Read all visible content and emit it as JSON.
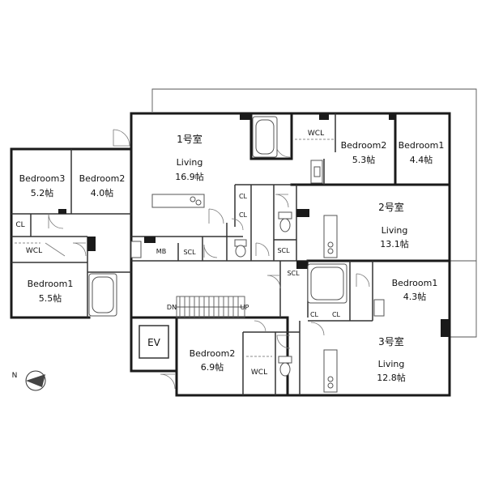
{
  "units": {
    "u1": {
      "name": "1号室",
      "living": {
        "label": "Living",
        "area": "16.9帖"
      },
      "bedroom3": {
        "label": "Bedroom3",
        "area": "5.2帖"
      },
      "bedroom2": {
        "label": "Bedroom2",
        "area": "4.0帖"
      },
      "bedroom1": {
        "label": "Bedroom1",
        "area": "5.5帖"
      },
      "wcl": "WCL",
      "cl": "CL"
    },
    "u2": {
      "name": "2号室",
      "living": {
        "label": "Living",
        "area": "13.1帖"
      },
      "bedroom2": {
        "label": "Bedroom2",
        "area": "5.3帖"
      },
      "bedroom1": {
        "label": "Bedroom1",
        "area": "4.4帖"
      },
      "wcl": "WCL"
    },
    "u3": {
      "name": "3号室",
      "living": {
        "label": "Living",
        "area": "12.8帖"
      },
      "bedroom1": {
        "label": "Bedroom1",
        "area": "4.3帖"
      },
      "bedroom2": {
        "label": "Bedroom2",
        "area": "6.9帖"
      },
      "wcl": "WCL"
    }
  },
  "common": {
    "cl": "CL",
    "scl": "SCL",
    "mb": "MB",
    "ev": "EV",
    "stair_down": "DN",
    "stair_up": "UP"
  },
  "compass": {
    "north": "N"
  }
}
